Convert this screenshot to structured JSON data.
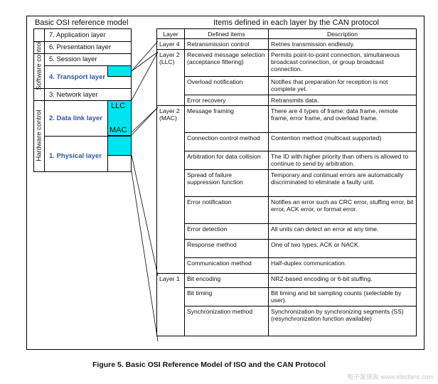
{
  "osi": {
    "title": "Basic OSI reference model",
    "layers": [
      "7. Application layer",
      "6. Presentation layer",
      "5. Session layer",
      "4. Transport layer",
      "3. Network layer",
      "2. Data link layer",
      "1. Physical layer"
    ],
    "sublayers": [
      "LLC",
      "MAC"
    ],
    "groups": [
      "Software control",
      "Hardware control"
    ],
    "colors": {
      "highlight": "#00e4f2",
      "layer_text": "#2b55a5"
    }
  },
  "can": {
    "title": "Items defined in each layer by the CAN protocol",
    "columns": [
      "Layer",
      "Defined items",
      "Description"
    ],
    "groups": [
      {
        "layer": "Layer 4",
        "rows": [
          {
            "item": "Retransmission control",
            "desc": "Retries transmission endlessly."
          }
        ]
      },
      {
        "layer": "Layer 2\n(LLC)",
        "rows": [
          {
            "item": "Received message selection\n(acceptance filtering)",
            "desc": "Permits point-to-point connection, simultaneous broadcast connection, or group broadcast connection."
          },
          {
            "item": "Overload notification",
            "desc": "Notifies that preparation for reception is not complete yet."
          },
          {
            "item": "Error recovery",
            "desc": "Retransmits data."
          }
        ]
      },
      {
        "layer": "Layer 2\n(MAC)",
        "rows": [
          {
            "item": "Message framing",
            "desc": "There are 4 types of frame: data frame, remote frame, error frame, and overload frame."
          },
          {
            "item": "Connection control method",
            "desc": "Contention method (multicast supported)"
          },
          {
            "item": "Arbitration for data collision",
            "desc": "The ID with higher priority than others is allowed to continue to send by arbitration."
          },
          {
            "item": "Spread of failure suppression function",
            "desc": "Temporary and continual errors are automatically discriminated to eliminate a faulty unit."
          },
          {
            "item": "Error notification",
            "desc": "Notifies an error such as CRC error, stuffing error, bit error, ACK error, or format error."
          },
          {
            "item": "Error detection",
            "desc": "All units can detect an error at any time."
          },
          {
            "item": "Response method",
            "desc": "One of two types: ACK or NACK."
          },
          {
            "item": "Communication method",
            "desc": "Half-duplex communication."
          }
        ]
      },
      {
        "layer": "Layer 1",
        "rows": [
          {
            "item": "Bit encoding",
            "desc": "NRZ-based encoding or 6-bit stuffing."
          },
          {
            "item": "Bit timing",
            "desc": "Bit timing and bit sampling counts (selectable by user)."
          },
          {
            "item": "Synchronization method",
            "desc": "Synchronization by synchronizing segments (SS) (resynchronization function available)"
          }
        ]
      }
    ]
  },
  "caption": "Figure 5. Basic OSI Reference Model of ISO and the CAN Protocol",
  "watermark": "电子发烧友 www.elecfans.com"
}
